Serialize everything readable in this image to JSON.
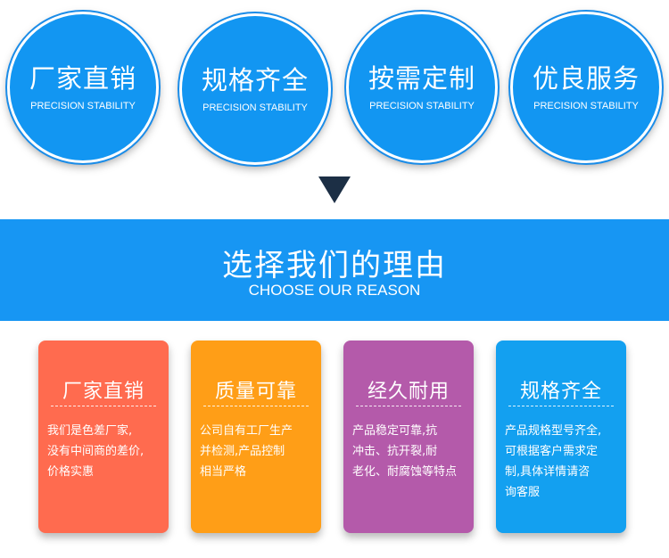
{
  "circles": [
    {
      "title": "厂家直销",
      "subtitle": "PRECISION STABILITY"
    },
    {
      "title": "规格齐全",
      "subtitle": "PRECISION STABILITY"
    },
    {
      "title": "按需定制",
      "subtitle": "PRECISION STABILITY"
    },
    {
      "title": "优良服务",
      "subtitle": "PRECISION STABILITY"
    }
  ],
  "banner": {
    "title": "选择我们的理由",
    "subtitle": "CHOOSE OUR REASON"
  },
  "cards": [
    {
      "title": "厂家直销",
      "lines": [
        "我们是色差厂家,",
        "没有中间商的差价,",
        "价格实惠"
      ]
    },
    {
      "title": "质量可靠",
      "lines": [
        "公司自有工厂生产",
        "并检测,产品控制",
        "相当严格"
      ]
    },
    {
      "title": "经久耐用",
      "lines": [
        "产品稳定可靠,抗",
        "冲击、抗开裂,耐",
        "老化、耐腐蚀等特点"
      ]
    },
    {
      "title": "规格齐全",
      "lines": [
        "产品规格型号齐全,",
        "可根据客户需求定",
        "制,具体详情请咨",
        "询客服"
      ]
    }
  ],
  "colors": {
    "circle": "#1296f2",
    "banner": "#1796f3",
    "arrow": "#1c2f45",
    "card_1": "#ff6b4f",
    "card_2": "#ff9e17",
    "card_3": "#b45aaa",
    "card_4": "#13a0f0"
  }
}
